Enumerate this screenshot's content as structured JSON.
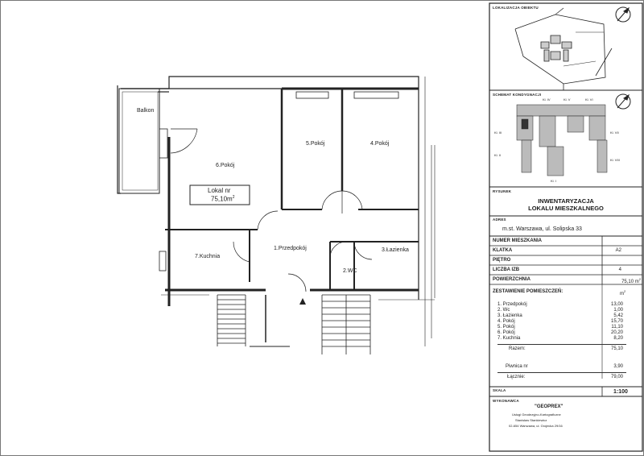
{
  "plan": {
    "balcony": "Balkon",
    "rooms": [
      {
        "key": "pokoj6",
        "label": "6.Pokój"
      },
      {
        "key": "pokoj5",
        "label": "5.Pokój"
      },
      {
        "key": "pokoj4",
        "label": "4.Pokój"
      },
      {
        "key": "kuchnia",
        "label": "7.Kuchnia"
      },
      {
        "key": "przedpokoj",
        "label": "1.Przedpokój"
      },
      {
        "key": "lazienka",
        "label": "3.Łazienka"
      },
      {
        "key": "wc",
        "label": "2.WC"
      }
    ],
    "unit_label": "Lokal nr",
    "unit_area": "75,10m"
  },
  "panel": {
    "location_header": "LOKALIZACJA OBIEKTU",
    "scheme_header": "SCHEMAT KONDYGNACJI",
    "scheme_labels": [
      "Kl. IV",
      "Kl. V",
      "Kl. VI",
      "Kl. III",
      "Kl. VII",
      "Kl. II",
      "Kl. VIII",
      "Kl. I"
    ],
    "drawing_header": "RYSUNEK",
    "title_line1": "INWENTARYZACJA",
    "title_line2": "LOKALU MIESZKALNEGO",
    "address_header": "ADRES",
    "address": "m.st. Warszawa, ul. Solipska 33",
    "fields": [
      {
        "label": "NUMER MIESZKANIA",
        "value": ""
      },
      {
        "label": "KLATKA",
        "value": "A2"
      },
      {
        "label": "PIĘTRO",
        "value": ""
      },
      {
        "label": "LICZBA IZB",
        "value": "4"
      },
      {
        "label": "POWIERZCHNIA",
        "value": "75,10 m"
      }
    ],
    "summary_header": "ZESTAWIENIE POMIESZCZEŃ:",
    "summary_unit": "m",
    "summary_rows": [
      {
        "name": "1. Przedpokój",
        "area": "13,00"
      },
      {
        "name": "2. Wc",
        "area": "1,00"
      },
      {
        "name": "3. Łazienka",
        "area": "5,42"
      },
      {
        "name": "4. Pokój",
        "area": "15,70"
      },
      {
        "name": "5. Pokój",
        "area": "11,10"
      },
      {
        "name": "6. Pokój",
        "area": "20,20"
      },
      {
        "name": "7. Kuchnia",
        "area": "8,20"
      }
    ],
    "total_label": "Razem:",
    "total_value": "75,10",
    "cellar_label": "Piwnica nr",
    "cellar_value": "3,90",
    "grand_label": "Łącznie:",
    "grand_value": "79,00",
    "scale_header": "SKALA",
    "scale_value": "1:100",
    "executor_header": "WYKONAWCA",
    "company": "\"GEOPREX\"",
    "company_lines": [
      "Usługi Geodezyjno-Kartograficzne",
      "Stanisław Stankiewicz",
      "02-654 Warszawa, ul. Grojecka 29/16"
    ]
  }
}
